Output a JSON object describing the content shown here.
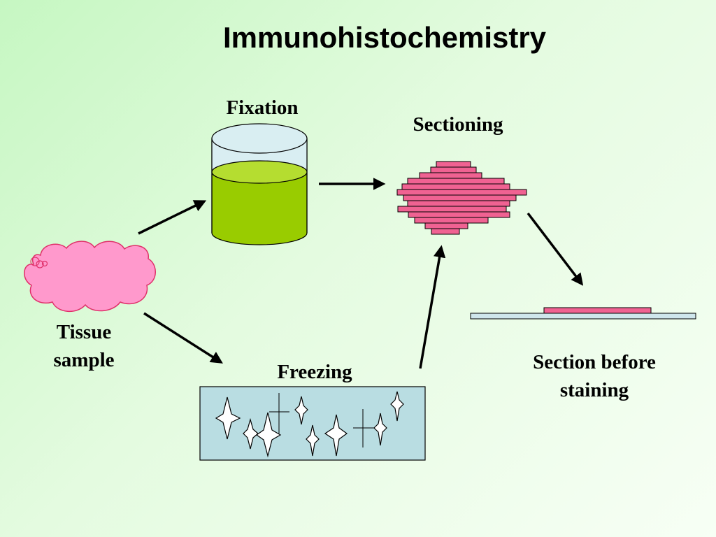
{
  "title": "Immunohistochemistry",
  "labels": {
    "fixation": "Fixation",
    "sectioning": "Sectioning",
    "tissue_line1": "Tissue",
    "tissue_line2": "sample",
    "freezing": "Freezing",
    "section_line1": "Section before",
    "section_line2": "staining"
  },
  "colors": {
    "tissue_fill": "#ff99cc",
    "tissue_stroke": "#e0306a",
    "fixative_liquid": "#99cc00",
    "container_glass": "#d9eef2",
    "section_pink": "#f06292",
    "freezing_block": "#b9dde2",
    "slide": "#cfe6ec"
  },
  "icons": [
    "tissue-sample-icon",
    "fixation-container-icon",
    "section-stack-icon",
    "freezing-block-icon",
    "ice-crystal-icon",
    "slide-icon",
    "arrow-icon"
  ]
}
